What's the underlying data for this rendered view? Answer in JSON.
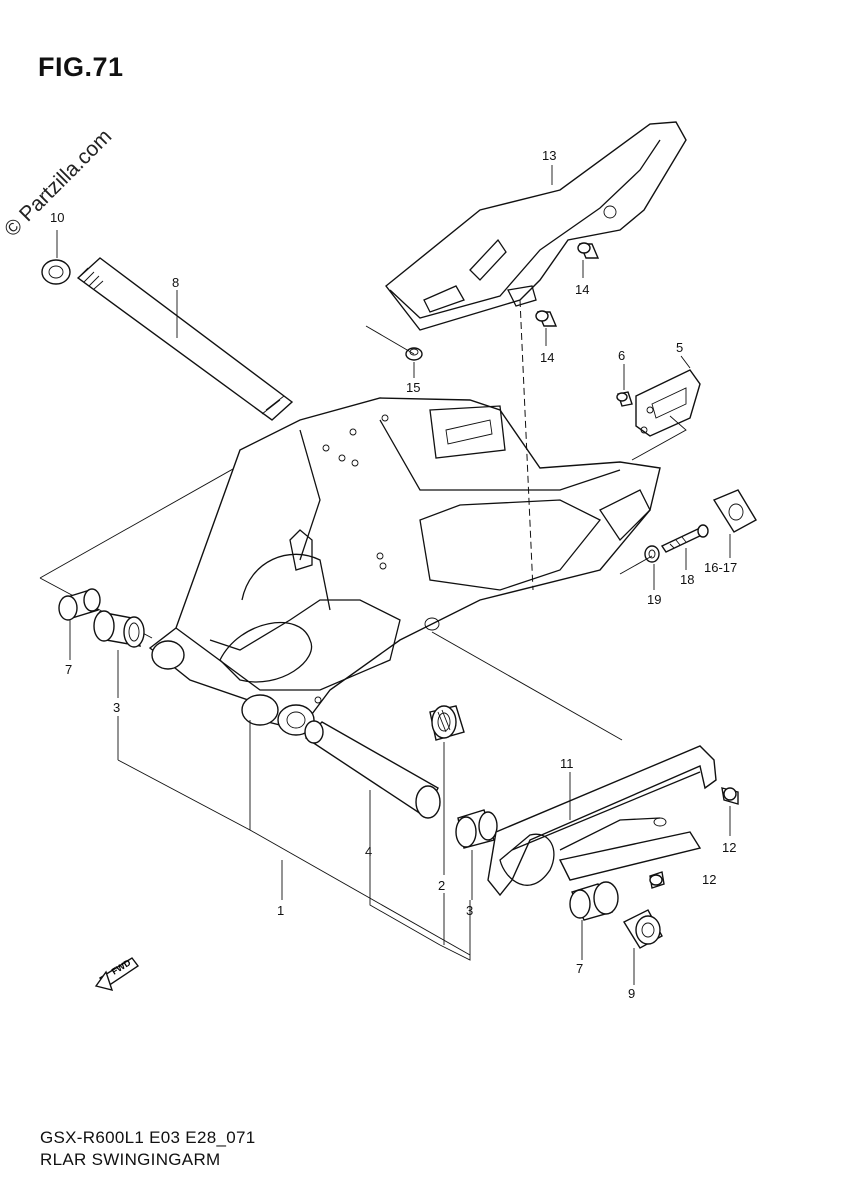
{
  "figure": {
    "title": "FIG.71",
    "watermark": "© Partzilla.com",
    "footer_code": "GSX-R600L1 E03 E28_071",
    "footer_name": "RLAR SWINGINGARM",
    "fwd_mark": "FWD"
  },
  "callouts": [
    {
      "id": "c10",
      "text": "10"
    },
    {
      "id": "c8",
      "text": "8"
    },
    {
      "id": "c13",
      "text": "13"
    },
    {
      "id": "c14a",
      "text": "14"
    },
    {
      "id": "c14b",
      "text": "14"
    },
    {
      "id": "c15",
      "text": "15"
    },
    {
      "id": "c6",
      "text": "6"
    },
    {
      "id": "c5",
      "text": "5"
    },
    {
      "id": "c16",
      "text": "16-17"
    },
    {
      "id": "c18",
      "text": "18"
    },
    {
      "id": "c19",
      "text": "19"
    },
    {
      "id": "c7a",
      "text": "7"
    },
    {
      "id": "c3a",
      "text": "3"
    },
    {
      "id": "c11",
      "text": "11"
    },
    {
      "id": "c12a",
      "text": "12"
    },
    {
      "id": "c12b",
      "text": "12"
    },
    {
      "id": "c4",
      "text": "4"
    },
    {
      "id": "c2",
      "text": "2"
    },
    {
      "id": "c3b",
      "text": "3"
    },
    {
      "id": "c1",
      "text": "1"
    },
    {
      "id": "c7b",
      "text": "7"
    },
    {
      "id": "c9",
      "text": "9"
    }
  ]
}
